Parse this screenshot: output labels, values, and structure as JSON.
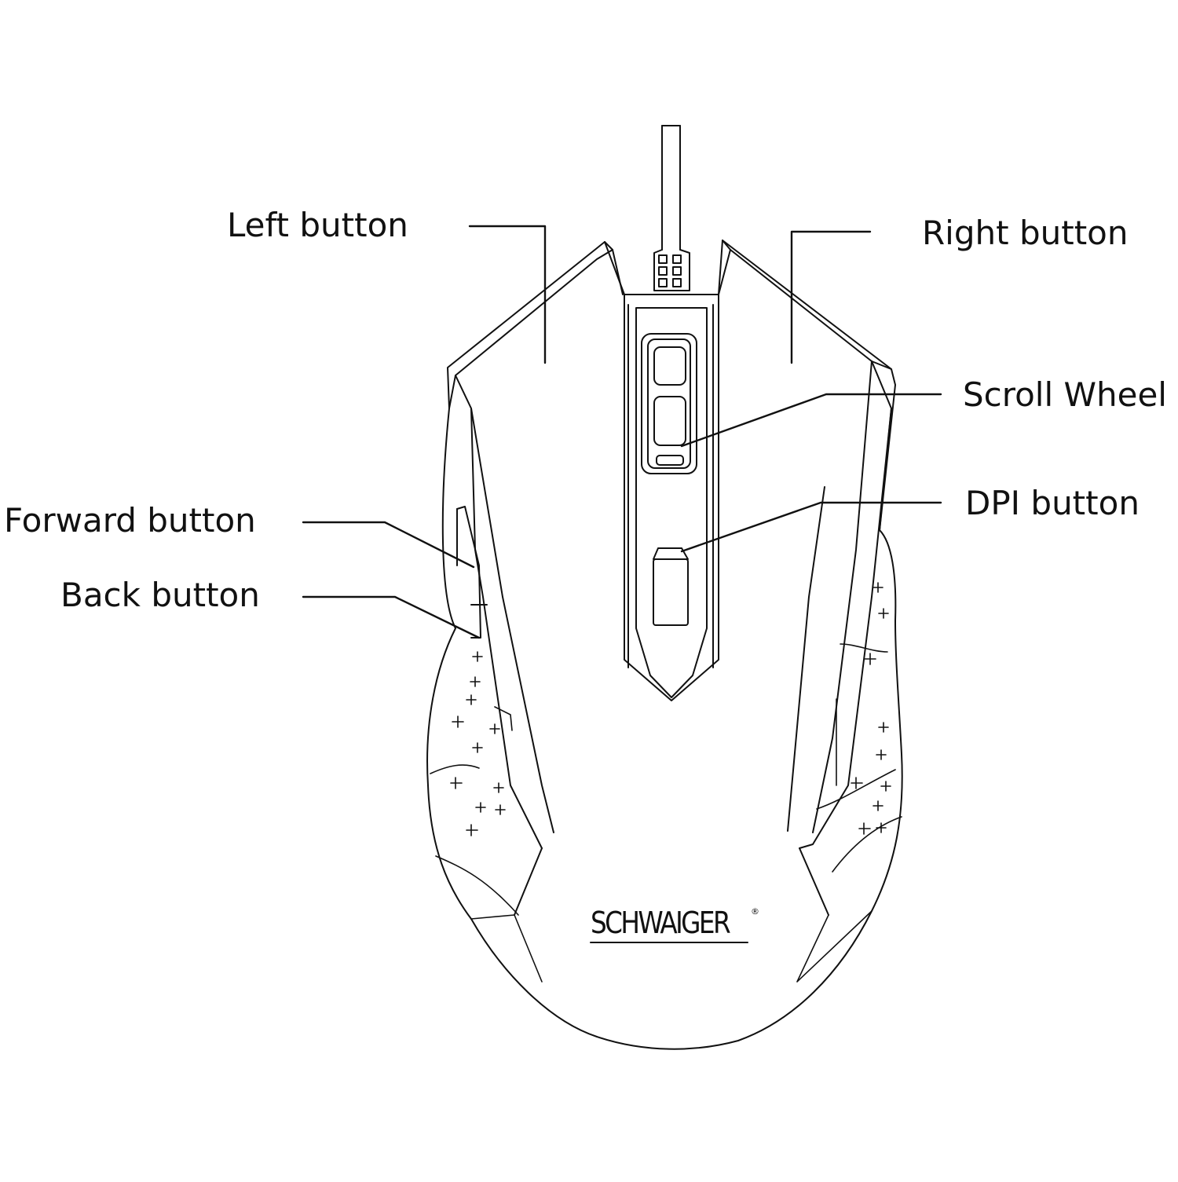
{
  "labels": {
    "left_button": "Left button",
    "right_button": "Right button",
    "scroll_wheel": "Scroll Wheel",
    "dpi_button": "DPI button",
    "forward_button": "Forward button",
    "back_button": "Back button"
  },
  "brand": {
    "name": "SCHWAIGER",
    "registered_mark": "®"
  },
  "colors": {
    "line": "#111111",
    "background": "#ffffff"
  }
}
